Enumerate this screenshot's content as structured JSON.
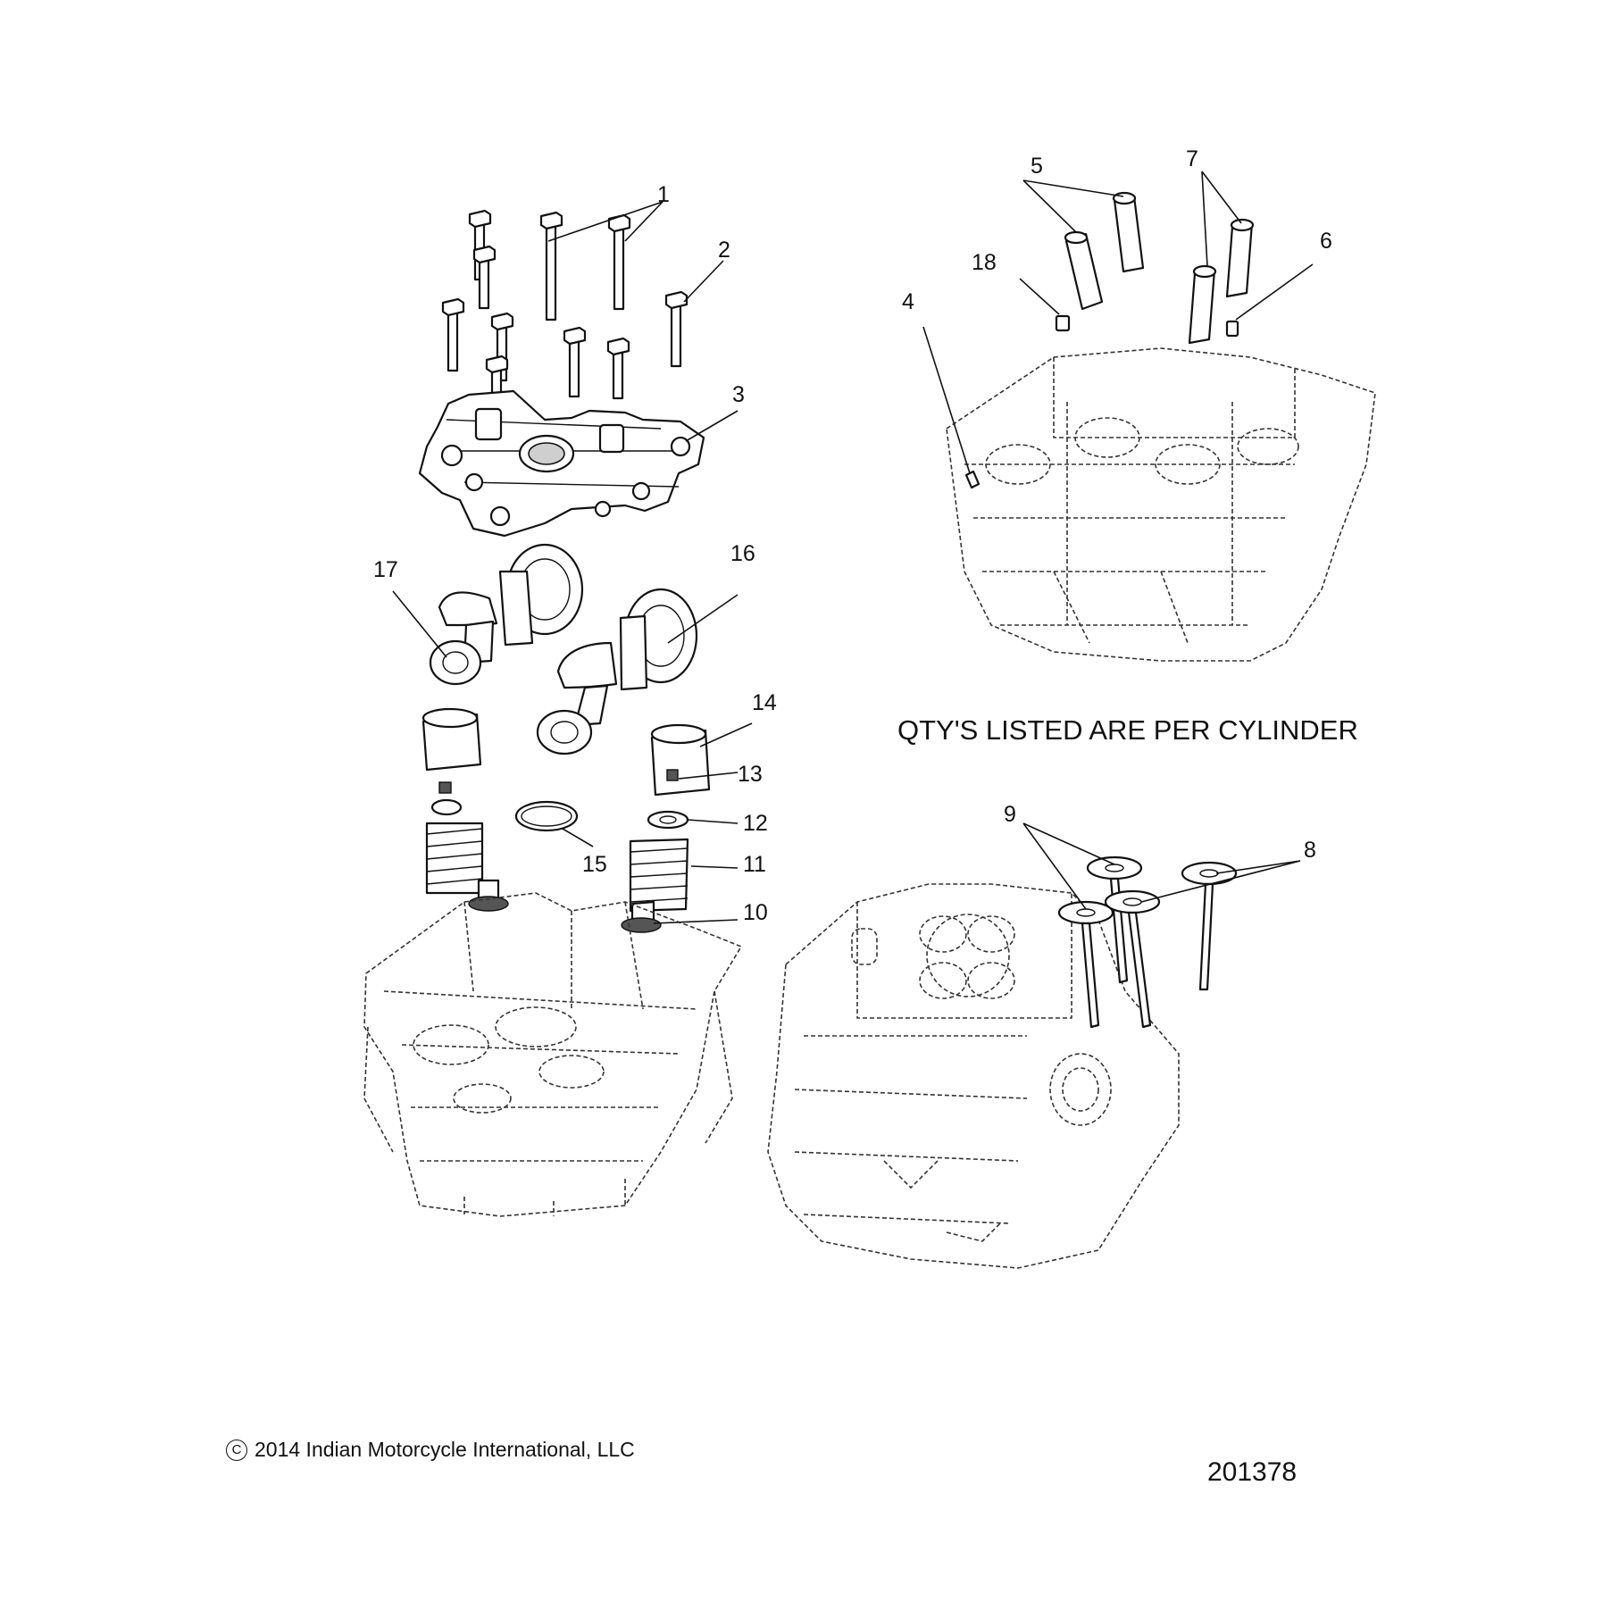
{
  "diagram": {
    "note": "QTY'S LISTED ARE PER CYLINDER",
    "copyright_symbol": "C",
    "copyright": "2014 Indian Motorcycle International, LLC",
    "drawing_number": "201378",
    "callouts": [
      "1",
      "2",
      "3",
      "4",
      "5",
      "6",
      "7",
      "8",
      "9",
      "10",
      "11",
      "12",
      "13",
      "14",
      "15",
      "16",
      "17",
      "18"
    ]
  }
}
